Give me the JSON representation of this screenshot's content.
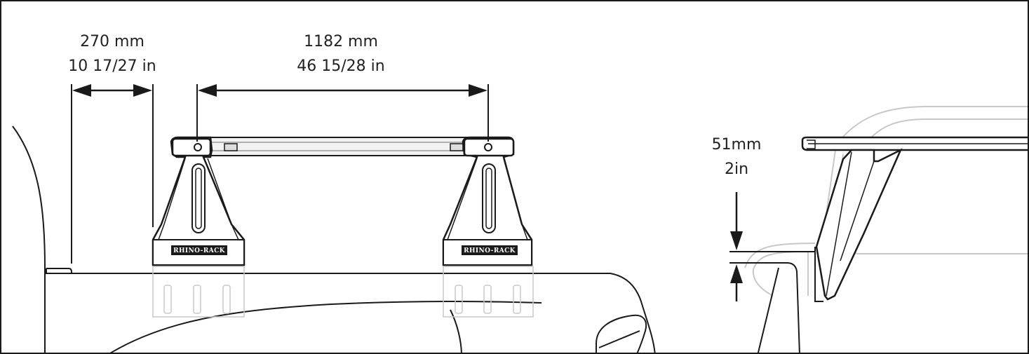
{
  "dimensions": {
    "overhang": {
      "metric": "270 mm",
      "imperial": "10 17/27 in"
    },
    "spread": {
      "metric": "1182 mm",
      "imperial": "46 15/28 in"
    },
    "clearance": {
      "metric": "51mm",
      "imperial": "2in"
    }
  },
  "legs": [
    {
      "brand": "RHINO-RACK"
    },
    {
      "brand": "RHINO-RACK"
    }
  ],
  "colors": {
    "line": "#1a1a1a",
    "ghost": "#c8c8c8",
    "bar": "#ececec"
  }
}
